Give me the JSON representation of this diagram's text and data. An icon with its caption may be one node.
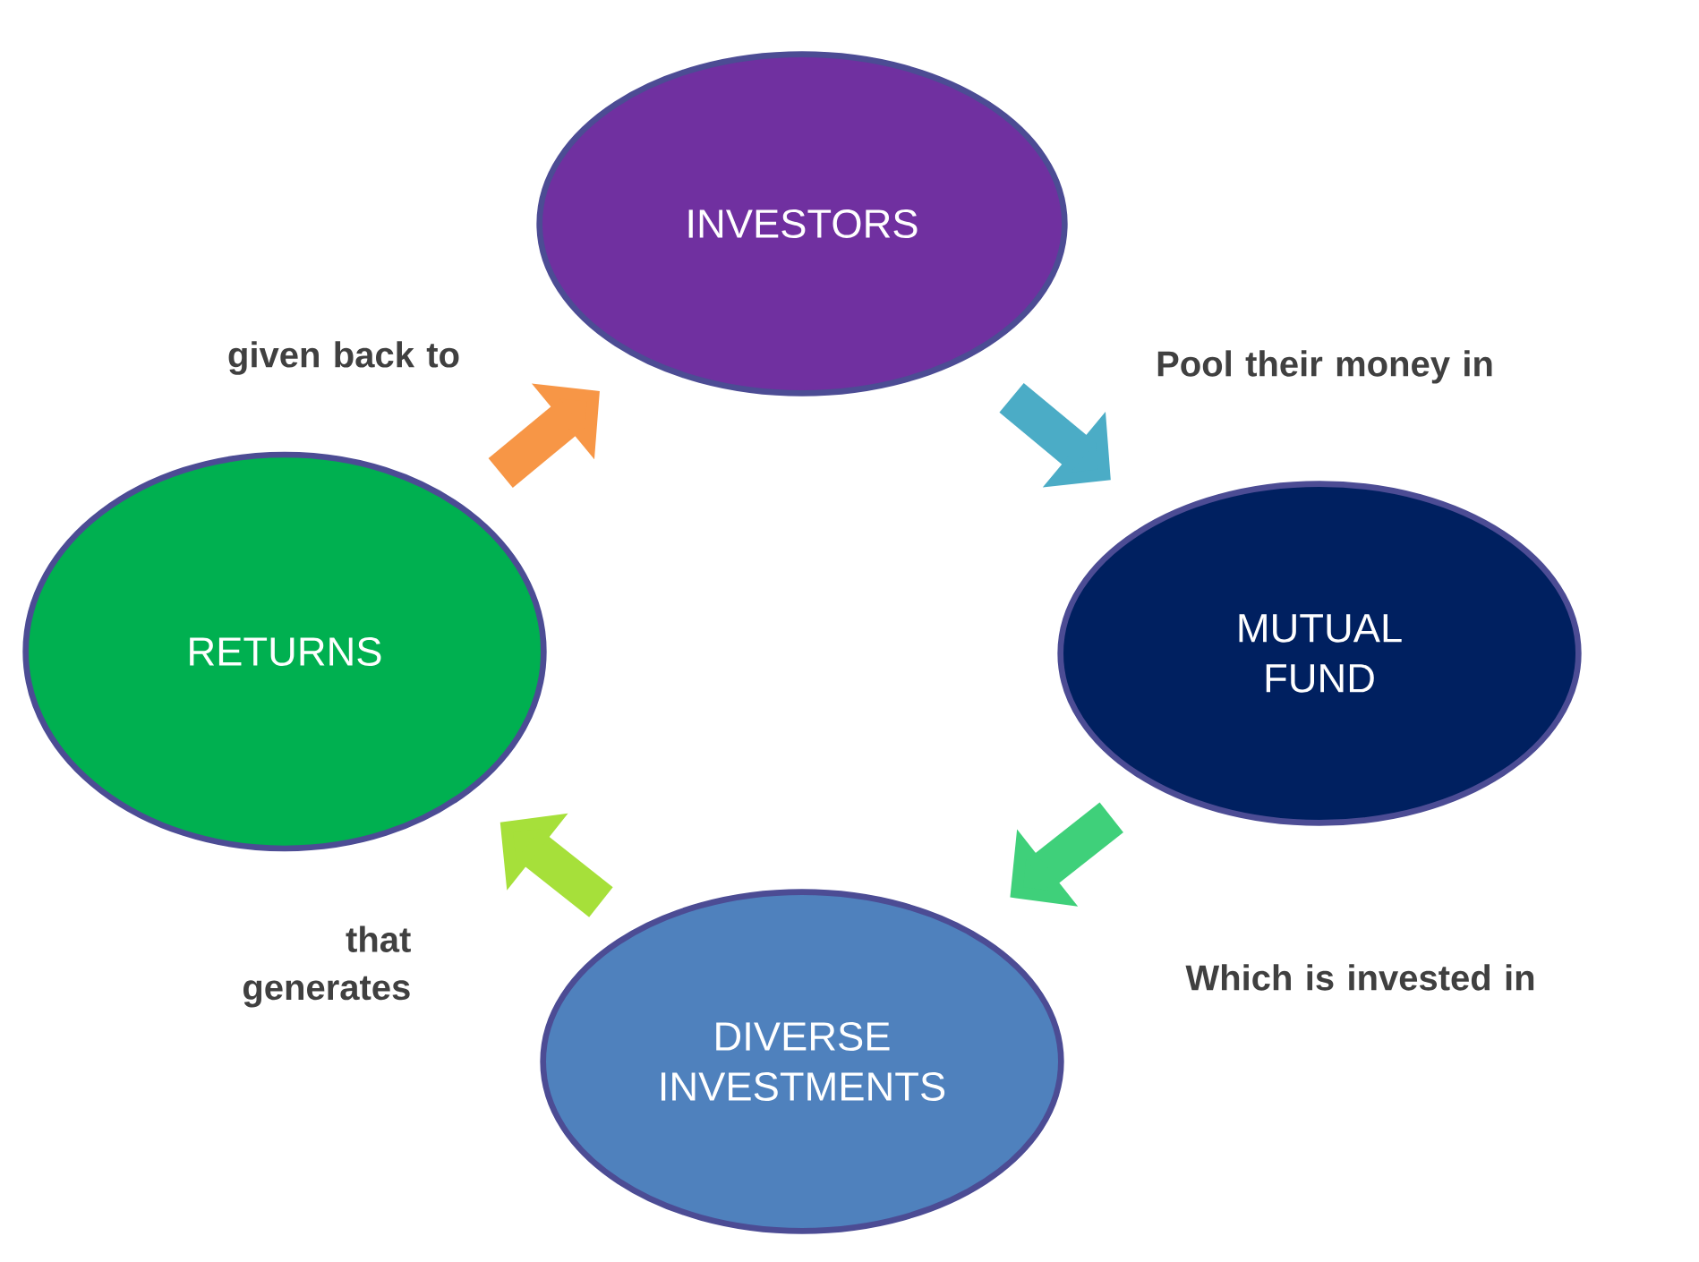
{
  "diagram": {
    "nodes": [
      {
        "text": [
          "INVESTORS"
        ]
      },
      {
        "text": [
          "MUTUAL FUND"
        ]
      },
      {
        "text": [
          "DIVERSE INVESTMENTS"
        ]
      },
      {
        "text": [
          "RETURNS"
        ]
      }
    ],
    "edges": [
      {
        "from": 0,
        "to": 1,
        "arrow": "to",
        "label": "Pool their money in",
        "color": "#4bacc6"
      },
      {
        "from": 1,
        "to": 2,
        "arrow": "to",
        "label": "Which is invested in",
        "color": "#3fd07a"
      },
      {
        "from": 2,
        "to": 3,
        "arrow": "to",
        "label": "that generates",
        "color": "#a6e03a"
      },
      {
        "from": 3,
        "to": 0,
        "arrow": "to",
        "label": "given back to",
        "color": "#f79646"
      }
    ]
  }
}
